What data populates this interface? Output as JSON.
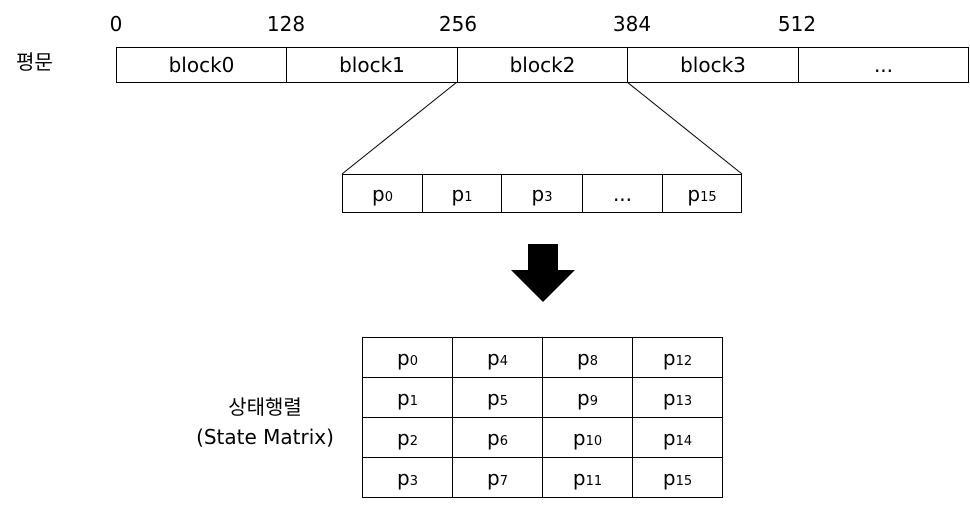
{
  "plaintext_label": "평문",
  "offsets": [
    "0",
    "128",
    "256",
    "384",
    "512"
  ],
  "blocks": [
    "block0",
    "block1",
    "block2",
    "block3",
    "..."
  ],
  "expanded_block": [
    {
      "base": "p",
      "sub": "0"
    },
    {
      "base": "p",
      "sub": "1"
    },
    {
      "base": "p",
      "sub": "3"
    },
    {
      "base": "...",
      "sub": ""
    },
    {
      "base": "p",
      "sub": "15"
    }
  ],
  "state_matrix": {
    "title": "상태행렬",
    "subtitle": "(State Matrix)",
    "rows": [
      [
        {
          "base": "p",
          "sub": "0"
        },
        {
          "base": "p",
          "sub": "4"
        },
        {
          "base": "p",
          "sub": "8"
        },
        {
          "base": "p",
          "sub": "12"
        }
      ],
      [
        {
          "base": "p",
          "sub": "1"
        },
        {
          "base": "p",
          "sub": "5"
        },
        {
          "base": "p",
          "sub": "9"
        },
        {
          "base": "p",
          "sub": "13"
        }
      ],
      [
        {
          "base": "p",
          "sub": "2"
        },
        {
          "base": "p",
          "sub": "6"
        },
        {
          "base": "p",
          "sub": "10"
        },
        {
          "base": "p",
          "sub": "14"
        }
      ],
      [
        {
          "base": "p",
          "sub": "3"
        },
        {
          "base": "p",
          "sub": "7"
        },
        {
          "base": "p",
          "sub": "11"
        },
        {
          "base": "p",
          "sub": "15"
        }
      ]
    ]
  }
}
